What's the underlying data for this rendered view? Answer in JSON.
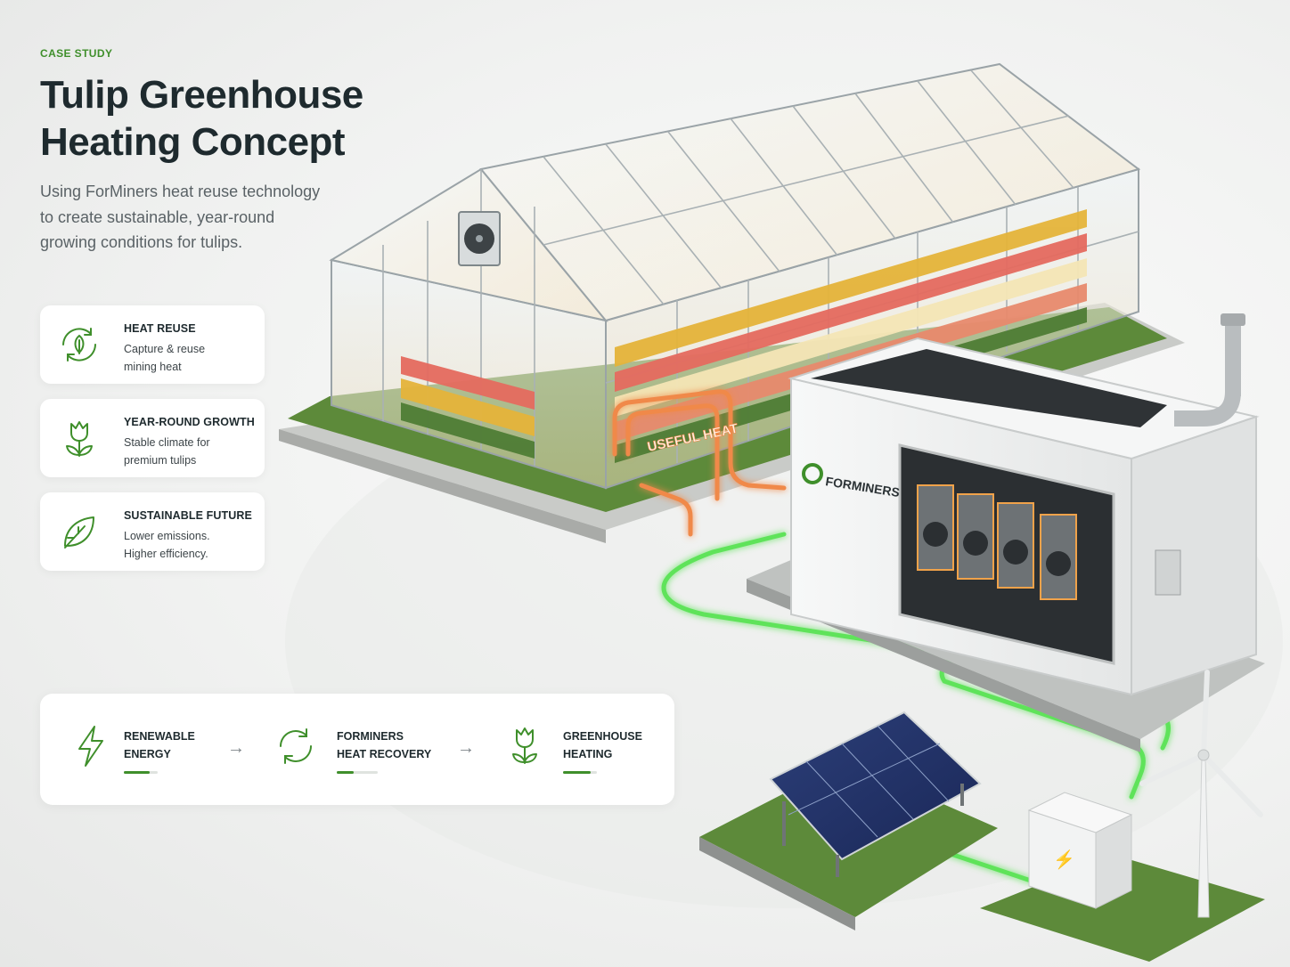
{
  "header": {
    "eyebrow": "CASE STUDY",
    "title_lines": [
      "Tulip Greenhouse",
      "Heating Concept"
    ],
    "subtitle_lines": [
      "Using ForMiners heat reuse technology",
      "to create sustainable, year-round",
      "growing conditions for tulips."
    ]
  },
  "features": [
    {
      "icon": "heat-reuse-icon",
      "title": "HEAT REUSE",
      "lines": [
        "Capture & reuse",
        "mining heat"
      ]
    },
    {
      "icon": "tulip-icon",
      "title": "YEAR-ROUND GROWTH",
      "lines": [
        "Stable climate for",
        "premium tulips"
      ]
    },
    {
      "icon": "leaf-icon",
      "title": "SUSTAINABLE FUTURE",
      "lines": [
        "Lower emissions.",
        "Higher efficiency."
      ]
    }
  ],
  "flow": {
    "steps": [
      {
        "icon": "lightning-icon",
        "lines": [
          "RENEWABLE",
          "ENERGY"
        ],
        "progress": 0.75
      },
      {
        "icon": "recycle-icon",
        "lines": [
          "FORMINERS",
          "HEAT RECOVERY"
        ],
        "progress": 0.42
      },
      {
        "icon": "tulip-icon",
        "lines": [
          "GREENHOUSE",
          "HEATING"
        ],
        "progress": 0.82
      }
    ],
    "arrow": "→"
  },
  "illustration": {
    "pipe_label": "USEFUL HEAT",
    "container_brand": "FORMINERS"
  },
  "colors": {
    "accent_green": "#3f8f2b",
    "glow_green": "#5fe35a",
    "heat_orange": "#f0894a"
  }
}
